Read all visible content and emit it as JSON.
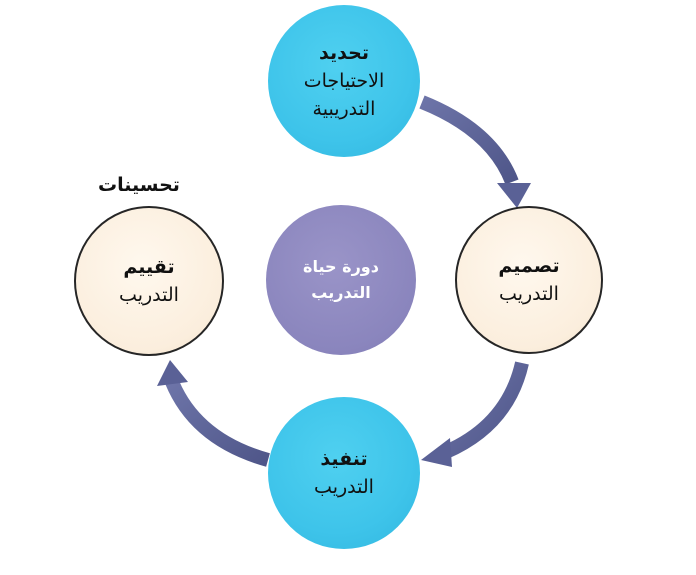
{
  "center": {
    "line1": "دورة حياة",
    "line2": "التدريب"
  },
  "nodes": {
    "top": {
      "title": "تحديد",
      "line2": "الاحتياجات",
      "line3": "التدريبية"
    },
    "right": {
      "title": "تصميم",
      "line2": "التدريب"
    },
    "bottom": {
      "title": "تنفيذ",
      "line2": "التدريب"
    },
    "left": {
      "title": "تقييم",
      "line2": "التدريب"
    }
  },
  "annotation": {
    "label": "تحسينات"
  },
  "colors": {
    "blue_circle": "#3ec4ea",
    "cream_circle": "#fbeedd",
    "purple_circle": "#8a85bd",
    "arrow": "#5a6196"
  }
}
